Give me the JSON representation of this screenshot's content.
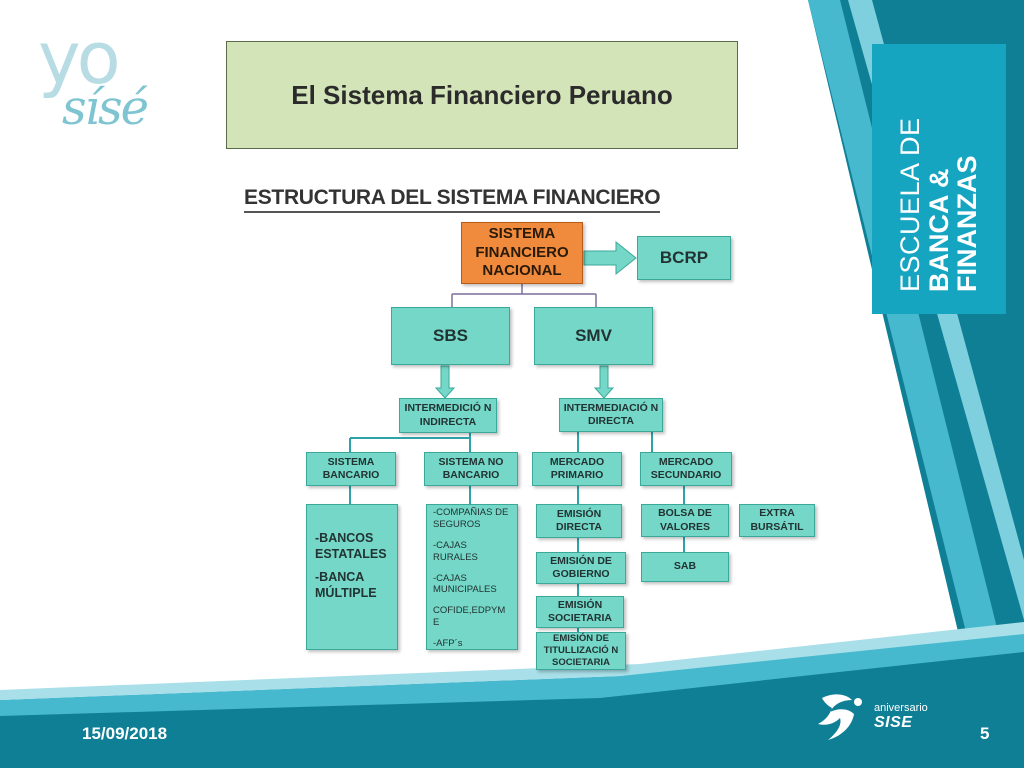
{
  "logo": {
    "line1": "yo",
    "line2": "sísé"
  },
  "title": "El Sistema Financiero Peruano",
  "subtitle": "ESTRUCTURA DEL SISTEMA FINANCIERO",
  "diagram": {
    "root": "SISTEMA FINANCIERO NACIONAL",
    "bcrp": "BCRP",
    "sbs": "SBS",
    "smv": "SMV",
    "intermediacion_indirecta": "INTERMEDICIÓ N INDIRECTA",
    "intermediacion_directa": "INTERMEDIACIÓ N DIRECTA",
    "sistema_bancario": "SISTEMA BANCARIO",
    "sistema_no_bancario": "SISTEMA NO BANCARIO",
    "mercado_primario": "MERCADO PRIMARIO",
    "mercado_secundario": "MERCADO SECUNDARIO",
    "bancos_list": [
      "-BANCOS ESTATALES",
      "-BANCA MÚLTIPLE"
    ],
    "no_bancario_list": [
      "-COMPAÑIAS DE SEGUROS",
      "-CAJAS RURALES",
      "-CAJAS MUNICIPALES",
      "COFIDE,EDPYM E",
      "-AFP´s"
    ],
    "emision_directa": "EMISIÓN DIRECTA",
    "emision_gobierno": "EMISIÓN DE GOBIERNO",
    "emision_societaria": "EMISIÓN SOCIETARIA",
    "emision_titulizacion": "EMISIÓN DE TITULLIZACIÓ N SOCIETARIA",
    "bolsa_valores": "BOLSA DE VALORES",
    "extra_bursatil": "EXTRA BURSÁTIL",
    "sab": "SAB"
  },
  "side_panel": {
    "line1": "ESCUELA DE",
    "line2": "BANCA &",
    "line3": "FINANZAS"
  },
  "footer": {
    "date": "15/09/2018",
    "page": "5",
    "brand_word": "aniversario",
    "brand_name": "SISE"
  },
  "colors": {
    "node_fill": "#74d7c7",
    "root_fill": "#f08a3c",
    "title_box": "#d3e4b8",
    "teal_dark": "#0f7f96",
    "teal_light": "#16a5c0"
  }
}
